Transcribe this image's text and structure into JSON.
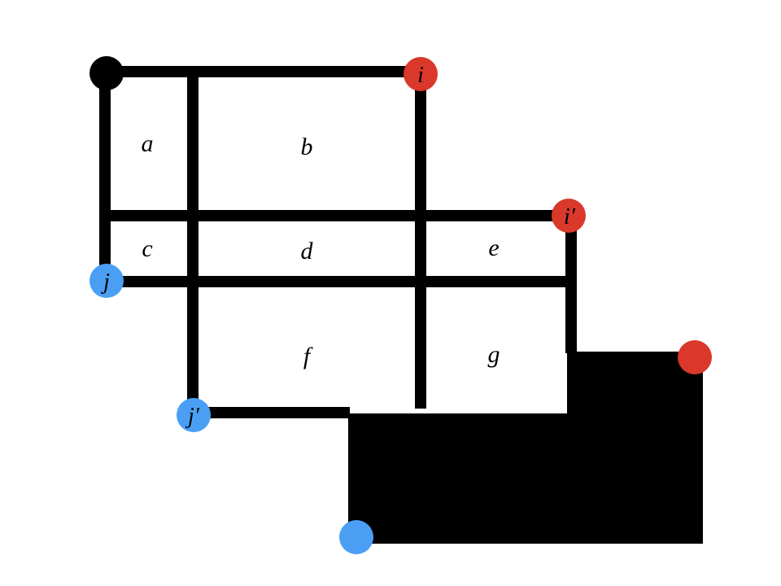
{
  "colors": {
    "line": "#000000",
    "red_node": "#d9382a",
    "blue_node": "#4a9ff5",
    "black_node": "#000000",
    "background": "#ffffff"
  },
  "regions": {
    "a": "a",
    "b": "b",
    "c": "c",
    "d": "d",
    "e": "e",
    "f": "f",
    "g": "g"
  },
  "nodes": {
    "i": "i",
    "i_prime": "i′",
    "j": "j",
    "j_prime": "j′"
  }
}
